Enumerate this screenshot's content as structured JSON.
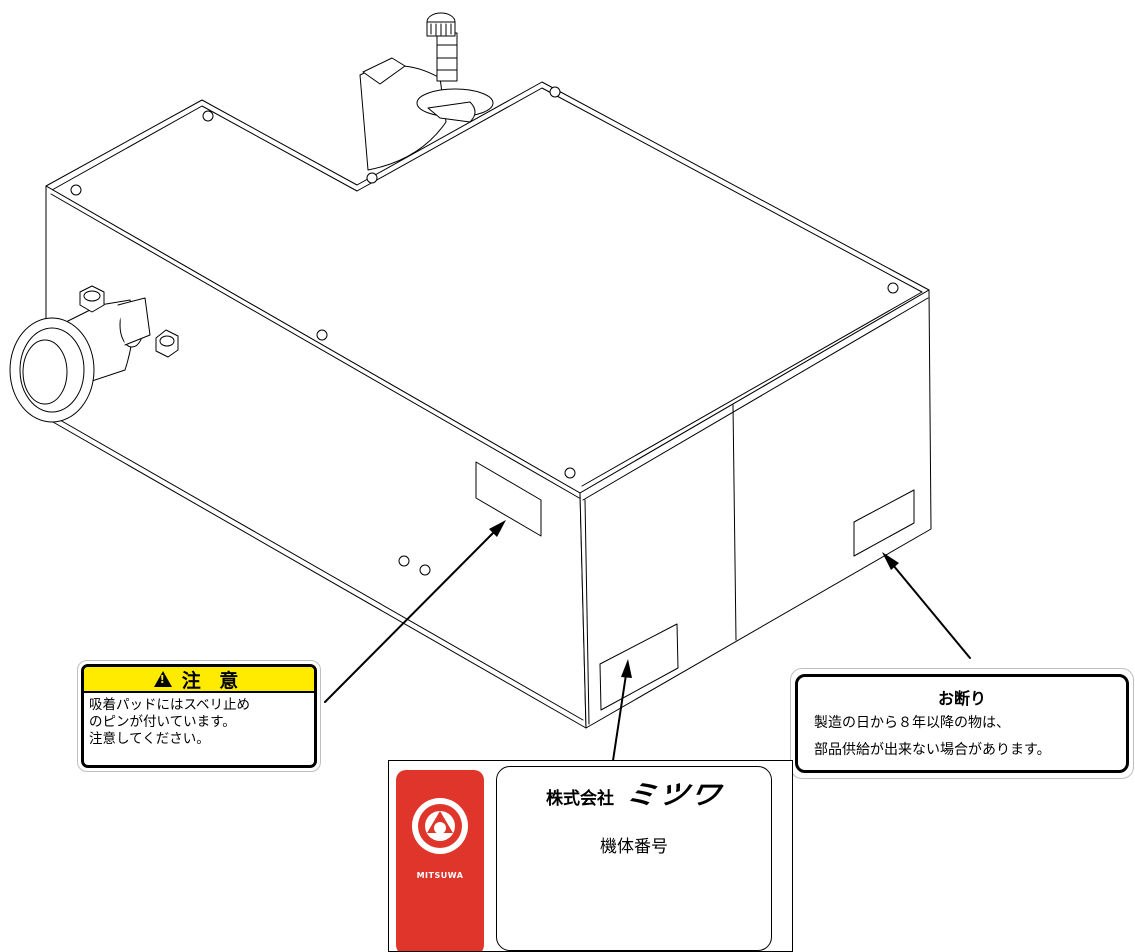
{
  "caution_label": {
    "header": "注 意",
    "icon": "warning-triangle-icon",
    "header_color": "#ffeb00",
    "lines": [
      "吸着パッドにはスベリ止め",
      "のピンが付いています。",
      "注意してください。"
    ]
  },
  "notice_label": {
    "title": "お断り",
    "lines": [
      "製造の日から８年以降の物は、",
      "部品供給が出来ない場合があります。"
    ]
  },
  "nameplate": {
    "logo_text": "MITSUWA",
    "logo_color": "#e0352b",
    "logo_icon": "mitsuwa-logo-icon",
    "company_label": "株式会社",
    "brand_name": "ミツワ",
    "serial_label": "機体番号"
  }
}
